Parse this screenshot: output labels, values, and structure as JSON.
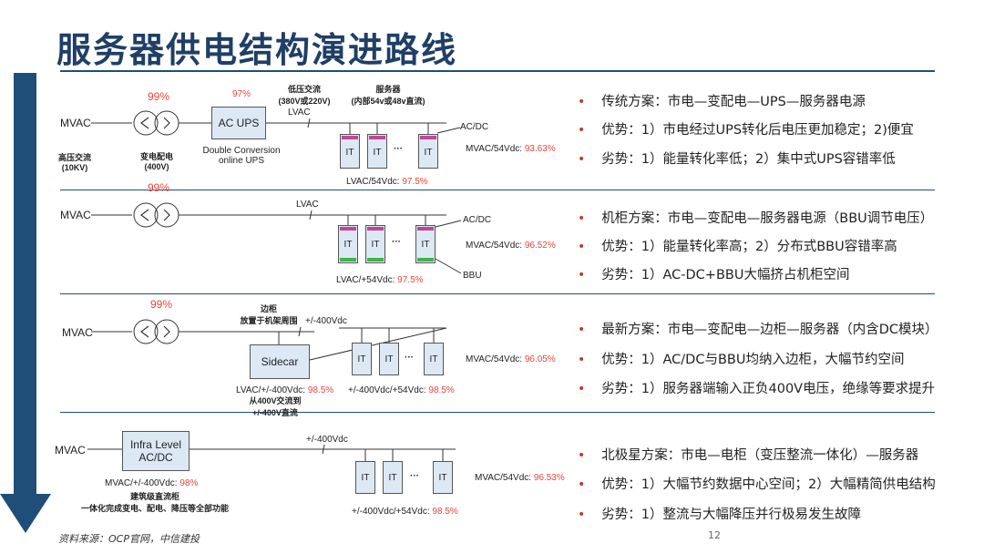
{
  "title": "服务器供电结构演进路线",
  "colors": {
    "accent": "#1f4e79",
    "red": "#e8463b",
    "box": "#dde8f5",
    "magenta": "#c0469a",
    "green": "#3cb44b"
  },
  "panel1": {
    "eff_transformer": "99%",
    "eff_ups": "97%",
    "mvac": "MVAC",
    "hv_label": "高压交流",
    "hv_sub": "(10KV)",
    "trans_label": "变电配电",
    "trans_sub": "(400V)",
    "ups": "AC UPS",
    "ups_sub1": "Double Conversion",
    "ups_sub2": "online UPS",
    "lv_title": "低压交流",
    "lv_sub": "(380V或220V)",
    "lvac": "LVAC",
    "server_title": "服务器",
    "server_sub": "(内部54v或48v直流)",
    "acdc": "AC/DC",
    "it": "IT",
    "dots": "···",
    "mvac_dc_label": "MVAC/54Vdc: ",
    "mvac_dc_val": "93.63%",
    "lvac_dc_label": "LVAC/54Vdc: ",
    "lvac_dc_val": "97.5%"
  },
  "panel2": {
    "eff_transformer": "99%",
    "mvac": "MVAC",
    "lvac": "LVAC",
    "acdc": "AC/DC",
    "bbu": "BBU",
    "it": "IT",
    "dots": "···",
    "mvac_dc_label": "MVAC/54Vdc: ",
    "mvac_dc_val": "96.52%",
    "lvac_dc_label": "LVAC/+54Vdc: ",
    "lvac_dc_val": "97.5%"
  },
  "panel3": {
    "eff_transformer": "99%",
    "mvac": "MVAC",
    "side_title": "边柜",
    "side_sub": "放置于机架周围",
    "bus": "+/-400Vdc",
    "sidecar": "Sidecar",
    "it": "IT",
    "dots": "···",
    "mvac_dc_label": "MVAC/54Vdc: ",
    "mvac_dc_val": "96.05%",
    "lvac_label": "LVAC/+/-400Vdc: ",
    "lvac_val": "98.5%",
    "note1": "从400V交流到",
    "note2": "+/-400V直流",
    "dc_label": "+/-400Vdc/+54Vdc: ",
    "dc_val": "98.5%"
  },
  "panel4": {
    "mvac": "MVAC",
    "infra1": "Infra Level",
    "infra2": "AC/DC",
    "bus": "+/-400Vdc",
    "it": "IT",
    "dots": "···",
    "mvac_400_label": "MVAC/+/-400Vdc: ",
    "mvac_400_val": "98%",
    "note1": "建筑级直流柜",
    "note2": "一体化完成变电、配电、降压等全部功能",
    "mvac_dc_label": "MVAC/54Vdc: ",
    "mvac_dc_val": "96.53%",
    "dc_label": "+/-400Vdc/+54Vdc: ",
    "dc_val": "98.5%"
  },
  "bullets": [
    "传统方案：市电—变配电—UPS—服务器电源",
    "优势：1）市电经过UPS转化后电压更加稳定；2)便宜",
    "劣势：1）能量转化率低；2）集中式UPS容错率低",
    "机柜方案：市电—变配电—服务器电源（BBU调节电压）",
    "优势：1）能量转化率高；2）分布式BBU容错率高",
    "劣势：1）AC-DC+BBU大幅挤占机柜空间",
    "最新方案：市电—变配电—边柜—服务器（内含DC模块）",
    "优势：1）AC/DC与BBU均纳入边柜，大幅节约空间",
    "劣势：1）服务器端输入正负400V电压，绝缘等要求提升",
    "北极星方案：市电—电柜（变压整流一体化）—服务器",
    "优势：1）大幅节约数据中心空间；2）大幅精简供电结构",
    "劣势：1）整流与大幅降压并行极易发生故障"
  ],
  "bullet_marker": "•",
  "source": "资料来源：OCP官网，中信建投",
  "page_number": "12"
}
